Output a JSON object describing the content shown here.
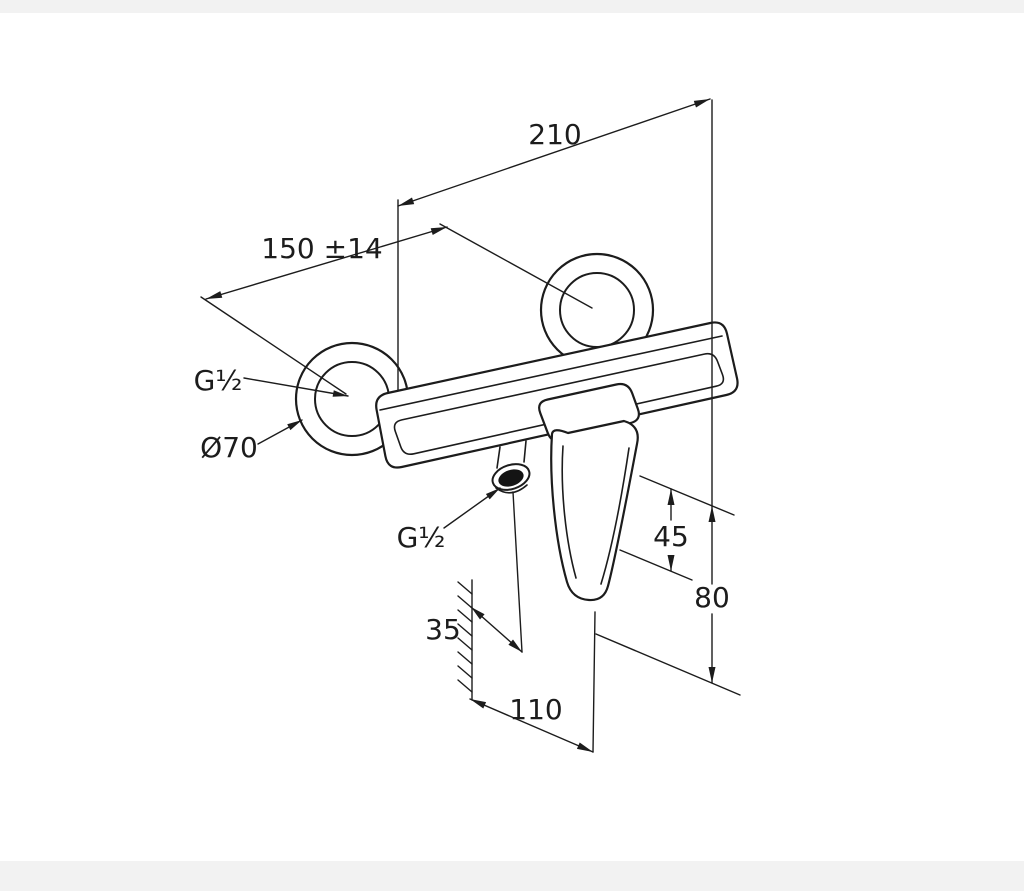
{
  "page": {
    "background": "#ffffff",
    "band_color": "#f2f2f2"
  },
  "diagram": {
    "subject": "wall-mounted single-lever shower mixer — isometric dimension drawing",
    "line_color": "#1c1c1c",
    "labels": {
      "body_width": "210",
      "inlet_spacing": "150 ±14",
      "inlet_thread": "G½",
      "escutcheon_diameter": "Ø70",
      "outlet_thread": "G½",
      "lever_drop": "45",
      "overall_height": "80",
      "wall_to_outlet": "35",
      "wall_to_lever": "110"
    }
  }
}
